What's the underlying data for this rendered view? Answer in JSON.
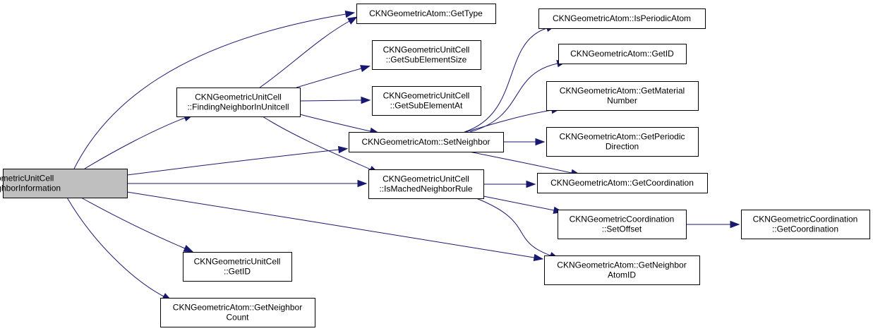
{
  "diagram": {
    "type": "call-graph",
    "edge_color": "#191970",
    "root_fill": "#bfbfbf",
    "node_fill": "#ffffff",
    "nodes": [
      {
        "id": "root",
        "lines": [
          "CKNGeometricUnitCell",
          "::BuildNeighborInformation"
        ],
        "root": true
      },
      {
        "id": "finding",
        "lines": [
          "CKNGeometricUnitCell",
          "::FindingNeighborInUnitcell"
        ]
      },
      {
        "id": "uc_getid",
        "lines": [
          "CKNGeometricUnitCell",
          "::GetID"
        ]
      },
      {
        "id": "getneighborcount",
        "lines": [
          "CKNGeometricAtom::GetNeighbor",
          "Count"
        ]
      },
      {
        "id": "gettype",
        "lines": [
          "CKNGeometricAtom::GetType"
        ]
      },
      {
        "id": "getsubelementsize",
        "lines": [
          "CKNGeometricUnitCell",
          "::GetSubElementSize"
        ]
      },
      {
        "id": "getsubelementat",
        "lines": [
          "CKNGeometricUnitCell",
          "::GetSubElementAt"
        ]
      },
      {
        "id": "setneighbor",
        "lines": [
          "CKNGeometricAtom::SetNeighbor"
        ]
      },
      {
        "id": "ismached",
        "lines": [
          "CKNGeometricUnitCell",
          "::IsMachedNeighborRule"
        ]
      },
      {
        "id": "isperiodic",
        "lines": [
          "CKNGeometricAtom::IsPeriodicAtom"
        ]
      },
      {
        "id": "atom_getid",
        "lines": [
          "CKNGeometricAtom::GetID"
        ]
      },
      {
        "id": "getmaterial",
        "lines": [
          "CKNGeometricAtom::GetMaterial",
          "Number"
        ]
      },
      {
        "id": "getperiodicdir",
        "lines": [
          "CKNGeometricAtom::GetPeriodic",
          "Direction"
        ]
      },
      {
        "id": "atom_getcoord",
        "lines": [
          "CKNGeometricAtom::GetCoordination"
        ]
      },
      {
        "id": "setoffset",
        "lines": [
          "CKNGeometricCoordination",
          "::SetOffset"
        ]
      },
      {
        "id": "getneighboratomid",
        "lines": [
          "CKNGeometricAtom::GetNeighbor",
          "AtomID"
        ]
      },
      {
        "id": "coord_getcoord",
        "lines": [
          "CKNGeometricCoordination",
          "::GetCoordination"
        ]
      }
    ],
    "edges": [
      {
        "from": "root",
        "to": "gettype"
      },
      {
        "from": "root",
        "to": "finding"
      },
      {
        "from": "root",
        "to": "setneighbor"
      },
      {
        "from": "root",
        "to": "ismached"
      },
      {
        "from": "root",
        "to": "getneighboratomid"
      },
      {
        "from": "root",
        "to": "uc_getid"
      },
      {
        "from": "root",
        "to": "getneighborcount"
      },
      {
        "from": "finding",
        "to": "gettype"
      },
      {
        "from": "finding",
        "to": "getsubelementsize"
      },
      {
        "from": "finding",
        "to": "getsubelementat"
      },
      {
        "from": "finding",
        "to": "setneighbor"
      },
      {
        "from": "finding",
        "to": "ismached"
      },
      {
        "from": "setneighbor",
        "to": "isperiodic"
      },
      {
        "from": "setneighbor",
        "to": "atom_getid"
      },
      {
        "from": "setneighbor",
        "to": "getmaterial"
      },
      {
        "from": "setneighbor",
        "to": "getperiodicdir"
      },
      {
        "from": "setneighbor",
        "to": "atom_getcoord"
      },
      {
        "from": "ismached",
        "to": "atom_getcoord"
      },
      {
        "from": "ismached",
        "to": "setoffset"
      },
      {
        "from": "ismached",
        "to": "getneighboratomid"
      },
      {
        "from": "setoffset",
        "to": "coord_getcoord"
      }
    ]
  }
}
